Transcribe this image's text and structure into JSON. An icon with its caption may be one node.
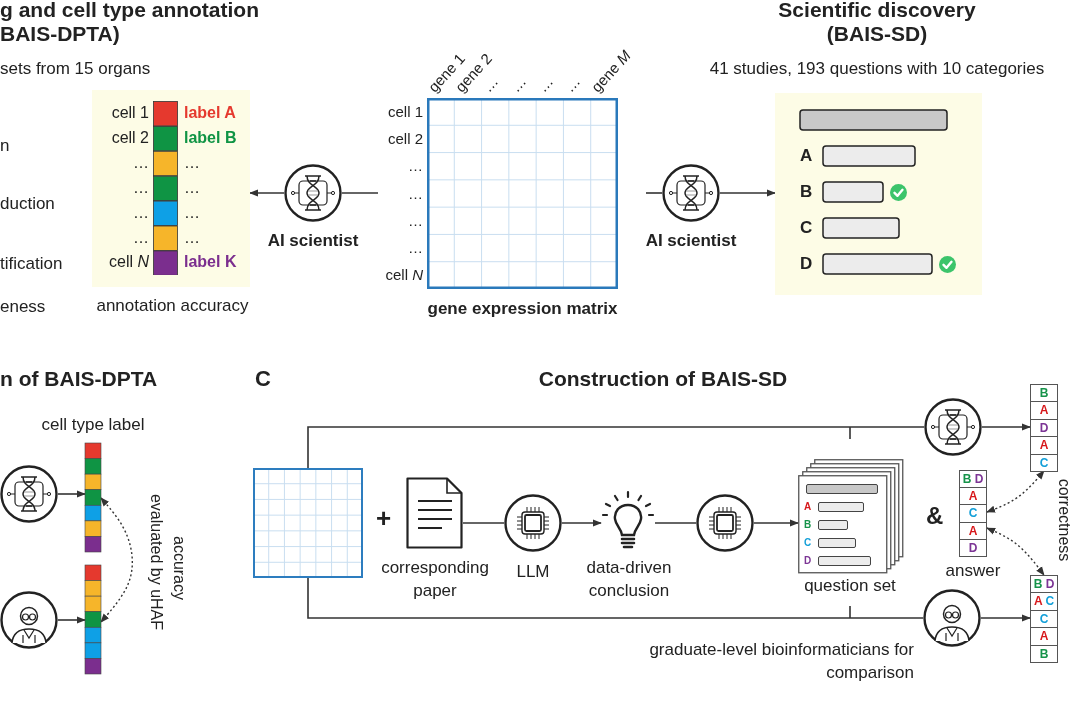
{
  "diagram": {
    "nodes": [
      {
        "text": [],
        "shape": "circle",
        "beside": [
          "AI scientist"
        ]
      },
      {
        "text": [
          "cell 1",
          "label A",
          "cell 2",
          "label B",
          "…",
          "…",
          "…",
          "…",
          "…",
          "…",
          "…",
          "…",
          "cell *N*",
          "label K"
        ],
        "beside": [
          "annotation accuracy"
        ]
      },
      {
        "text": [
          "gene 1",
          "gene 2",
          "…",
          "…",
          "…",
          "…",
          "gene *M*",
          "cell 1",
          "cell 2",
          "…",
          "…",
          "…",
          "…",
          "cell *N*"
        ],
        "beside": [
          "gene expression matrix"
        ]
      },
      {
        "text": [],
        "shape": "circle",
        "beside": [
          "AI scientist"
        ]
      },
      {
        "text": [
          "A",
          "B",
          "C",
          "D"
        ]
      },
      {
        "text": [],
        "shape": "circle"
      },
      {
        "text": [],
        "shape": "bar"
      },
      {
        "text": [],
        "shape": "circle"
      },
      {
        "text": [],
        "shape": "bar"
      },
      {
        "text": [],
        "shape": "box"
      },
      {
        "text": [],
        "shape": "document",
        "beside": [
          "corresponding paper"
        ]
      },
      {
        "text": [],
        "shape": "circle",
        "beside": [
          "LLM"
        ]
      },
      {
        "text": [],
        "shape": "bulb",
        "beside": [
          "data-driven conclusion"
        ]
      },
      {
        "text": [],
        "shape": "circle"
      },
      {
        "text": [
          "A",
          "B",
          "C",
          "D"
        ],
        "beside": [
          "question set"
        ]
      },
      {
        "text": [
          "B D",
          "A",
          "C",
          "A",
          "D"
        ],
        "beside": [
          "answer"
        ]
      },
      {
        "text": [],
        "shape": "circle"
      },
      {
        "text": [
          "B",
          "A",
          "D",
          "A",
          "C"
        ]
      },
      {
        "text": [],
        "shape": "circle",
        "beside": [
          "graduate-level bioinformaticians for comparison"
        ]
      },
      {
        "text": [
          "B D",
          "A C",
          "C",
          "A",
          "B"
        ]
      }
    ],
    "edges": [
      {
        "from": 2,
        "to": 0,
        "arrow": "none"
      },
      {
        "from": 0,
        "to": 1,
        "arrow": "to"
      },
      {
        "from": 2,
        "to": 3,
        "arrow": "none"
      },
      {
        "from": 3,
        "to": 4,
        "arrow": "to"
      },
      {
        "from": 5,
        "to": 6,
        "arrow": "to"
      },
      {
        "from": 7,
        "to": 8,
        "arrow": "to"
      },
      {
        "from": 6,
        "to": 8,
        "arrow": "both",
        "style": "dashed",
        "label": "accuracy evaluated by uHAF"
      },
      {
        "from": 10,
        "to": 11,
        "arrow": "none"
      },
      {
        "from": 11,
        "to": 12,
        "arrow": "to"
      },
      {
        "from": 12,
        "to": 13,
        "arrow": "none"
      },
      {
        "from": 13,
        "to": 14,
        "arrow": "to"
      },
      {
        "from": 9,
        "to": 16,
        "arrow": "none"
      },
      {
        "from": 16,
        "to": 17,
        "arrow": "to"
      },
      {
        "from": 9,
        "to": 18,
        "arrow": "none"
      },
      {
        "from": 18,
        "to": 19,
        "arrow": "to"
      },
      {
        "from": 15,
        "to": 17,
        "arrow": "both",
        "style": "dashed"
      },
      {
        "from": 15,
        "to": 19,
        "arrow": "both",
        "style": "dashed"
      }
    ],
    "labels": [
      "g and cell type annotation",
      "BAIS-DPTA)",
      "sets from 15 organs",
      "n",
      "duction",
      "tification",
      "eness",
      "Scientific discovery",
      "(BAIS-SD)",
      "41 studies, 193 questions with 10 categories",
      "n of BAIS-DPTA",
      "cell type label",
      "C",
      "Construction of BAIS-SD",
      "+",
      "&",
      "correctness"
    ]
  }
}
